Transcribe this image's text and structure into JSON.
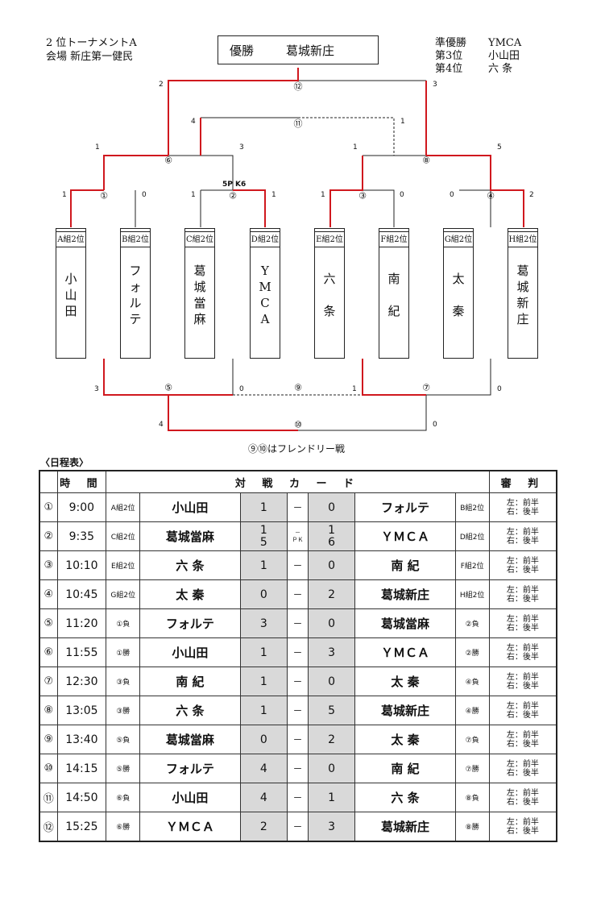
{
  "header": {
    "title": "2 位トーナメントA",
    "venue": "会場 新庄第一健民",
    "winner_label": "優勝",
    "winner_team": "葛城新庄",
    "ranks": [
      {
        "label": "準優勝",
        "team": "YMCA"
      },
      {
        "label": "第3位",
        "team": "小山田"
      },
      {
        "label": "第4位",
        "team": "六 条"
      }
    ]
  },
  "bracket": {
    "teams": [
      {
        "group": "A組2位",
        "name": [
          "小",
          "山",
          "田"
        ]
      },
      {
        "group": "B組2位",
        "name": [
          "フ",
          "ォ",
          "ル",
          "テ"
        ]
      },
      {
        "group": "C組2位",
        "name": [
          "葛",
          "城",
          "當",
          "麻"
        ]
      },
      {
        "group": "D組2位",
        "name": [
          "Y",
          "M",
          "C",
          "A"
        ]
      },
      {
        "group": "E組2位",
        "name": [
          "六",
          "",
          "条"
        ]
      },
      {
        "group": "F組2位",
        "name": [
          "南",
          "",
          "紀"
        ]
      },
      {
        "group": "G組2位",
        "name": [
          "太",
          "",
          "秦"
        ]
      },
      {
        "group": "H組2位",
        "name": [
          "葛",
          "城",
          "新",
          "庄"
        ]
      }
    ],
    "match_labels": [
      "①",
      "②",
      "③",
      "④",
      "⑤",
      "⑥",
      "⑦",
      "⑧",
      "⑨",
      "⑩",
      "⑪",
      "⑫"
    ],
    "scores": {
      "m1": [
        "1",
        "0"
      ],
      "m2": [
        "1",
        "1"
      ],
      "m3": [
        "1",
        "0"
      ],
      "m4": [
        "0",
        "2"
      ],
      "m6": [
        "1",
        "3"
      ],
      "m8": [
        "1",
        "5"
      ],
      "m11": [
        "4",
        "1"
      ],
      "m12": [
        "2",
        "3"
      ],
      "m5": [
        "3",
        "0"
      ],
      "m7": [
        "1",
        "0"
      ],
      "m10": [
        "4",
        "0"
      ]
    },
    "pk_note": "5P K6",
    "friendly_note": "⑨⑩はフレンドリー戦"
  },
  "schedule": {
    "title": "〈日程表〉",
    "headers": {
      "time": "時 間",
      "card": "対 戦 カ ー ド",
      "ref": "審 判"
    },
    "rows": [
      {
        "no": "①",
        "time": "9:00",
        "lf": "A組2位",
        "lt": "小山田",
        "ls": "1",
        "rs": "0",
        "rt": "フォルテ",
        "rf": "B組2位",
        "r1": "左：前半",
        "r2": "右：後半"
      },
      {
        "no": "②",
        "time": "9:35",
        "lf": "C組2位",
        "lt": "葛城當麻",
        "ls": "1",
        "ls2": "5",
        "pk": "ＰＫ",
        "rs": "1",
        "rs2": "6",
        "rt": "ＹＭＣＡ",
        "rf": "D組2位",
        "r1": "左：前半",
        "r2": "右：後半"
      },
      {
        "no": "③",
        "time": "10:10",
        "lf": "E組2位",
        "lt": "六 条",
        "ls": "1",
        "rs": "0",
        "rt": "南 紀",
        "rf": "F組2位",
        "r1": "左：前半",
        "r2": "右：後半"
      },
      {
        "no": "④",
        "time": "10:45",
        "lf": "G組2位",
        "lt": "太 秦",
        "ls": "0",
        "rs": "2",
        "rt": "葛城新庄",
        "rf": "H組2位",
        "r1": "左：前半",
        "r2": "右：後半"
      },
      {
        "no": "⑤",
        "time": "11:20",
        "lf": "①負",
        "lt": "フォルテ",
        "ls": "3",
        "rs": "0",
        "rt": "葛城當麻",
        "rf": "②負",
        "r1": "左：前半",
        "r2": "右：後半"
      },
      {
        "no": "⑥",
        "time": "11:55",
        "lf": "①勝",
        "lt": "小山田",
        "ls": "1",
        "rs": "3",
        "rt": "ＹＭＣＡ",
        "rf": "②勝",
        "r1": "左：前半",
        "r2": "右：後半"
      },
      {
        "no": "⑦",
        "time": "12:30",
        "lf": "③負",
        "lt": "南 紀",
        "ls": "1",
        "rs": "0",
        "rt": "太 秦",
        "rf": "④負",
        "r1": "左：前半",
        "r2": "右：後半"
      },
      {
        "no": "⑧",
        "time": "13:05",
        "lf": "③勝",
        "lt": "六 条",
        "ls": "1",
        "rs": "5",
        "rt": "葛城新庄",
        "rf": "④勝",
        "r1": "左：前半",
        "r2": "右：後半"
      },
      {
        "no": "⑨",
        "time": "13:40",
        "lf": "⑤負",
        "lt": "葛城當麻",
        "ls": "0",
        "rs": "2",
        "rt": "太 秦",
        "rf": "⑦負",
        "r1": "左：前半",
        "r2": "右：後半"
      },
      {
        "no": "⑩",
        "time": "14:15",
        "lf": "⑤勝",
        "lt": "フォルテ",
        "ls": "4",
        "rs": "0",
        "rt": "南 紀",
        "rf": "⑦勝",
        "r1": "左：前半",
        "r2": "右：後半"
      },
      {
        "no": "⑪",
        "time": "14:50",
        "lf": "⑥負",
        "lt": "小山田",
        "ls": "4",
        "rs": "1",
        "rt": "六 条",
        "rf": "⑧負",
        "r1": "左：前半",
        "r2": "右：後半"
      },
      {
        "no": "⑫",
        "time": "15:25",
        "lf": "⑥勝",
        "lt": "ＹＭＣＡ",
        "ls": "2",
        "rs": "3",
        "rt": "葛城新庄",
        "rf": "⑧勝",
        "r1": "左：前半",
        "r2": "右：後半"
      }
    ]
  },
  "colors": {
    "win_line": "#d0181e",
    "line": "#222222",
    "score_bg": "#d9d9d9"
  }
}
